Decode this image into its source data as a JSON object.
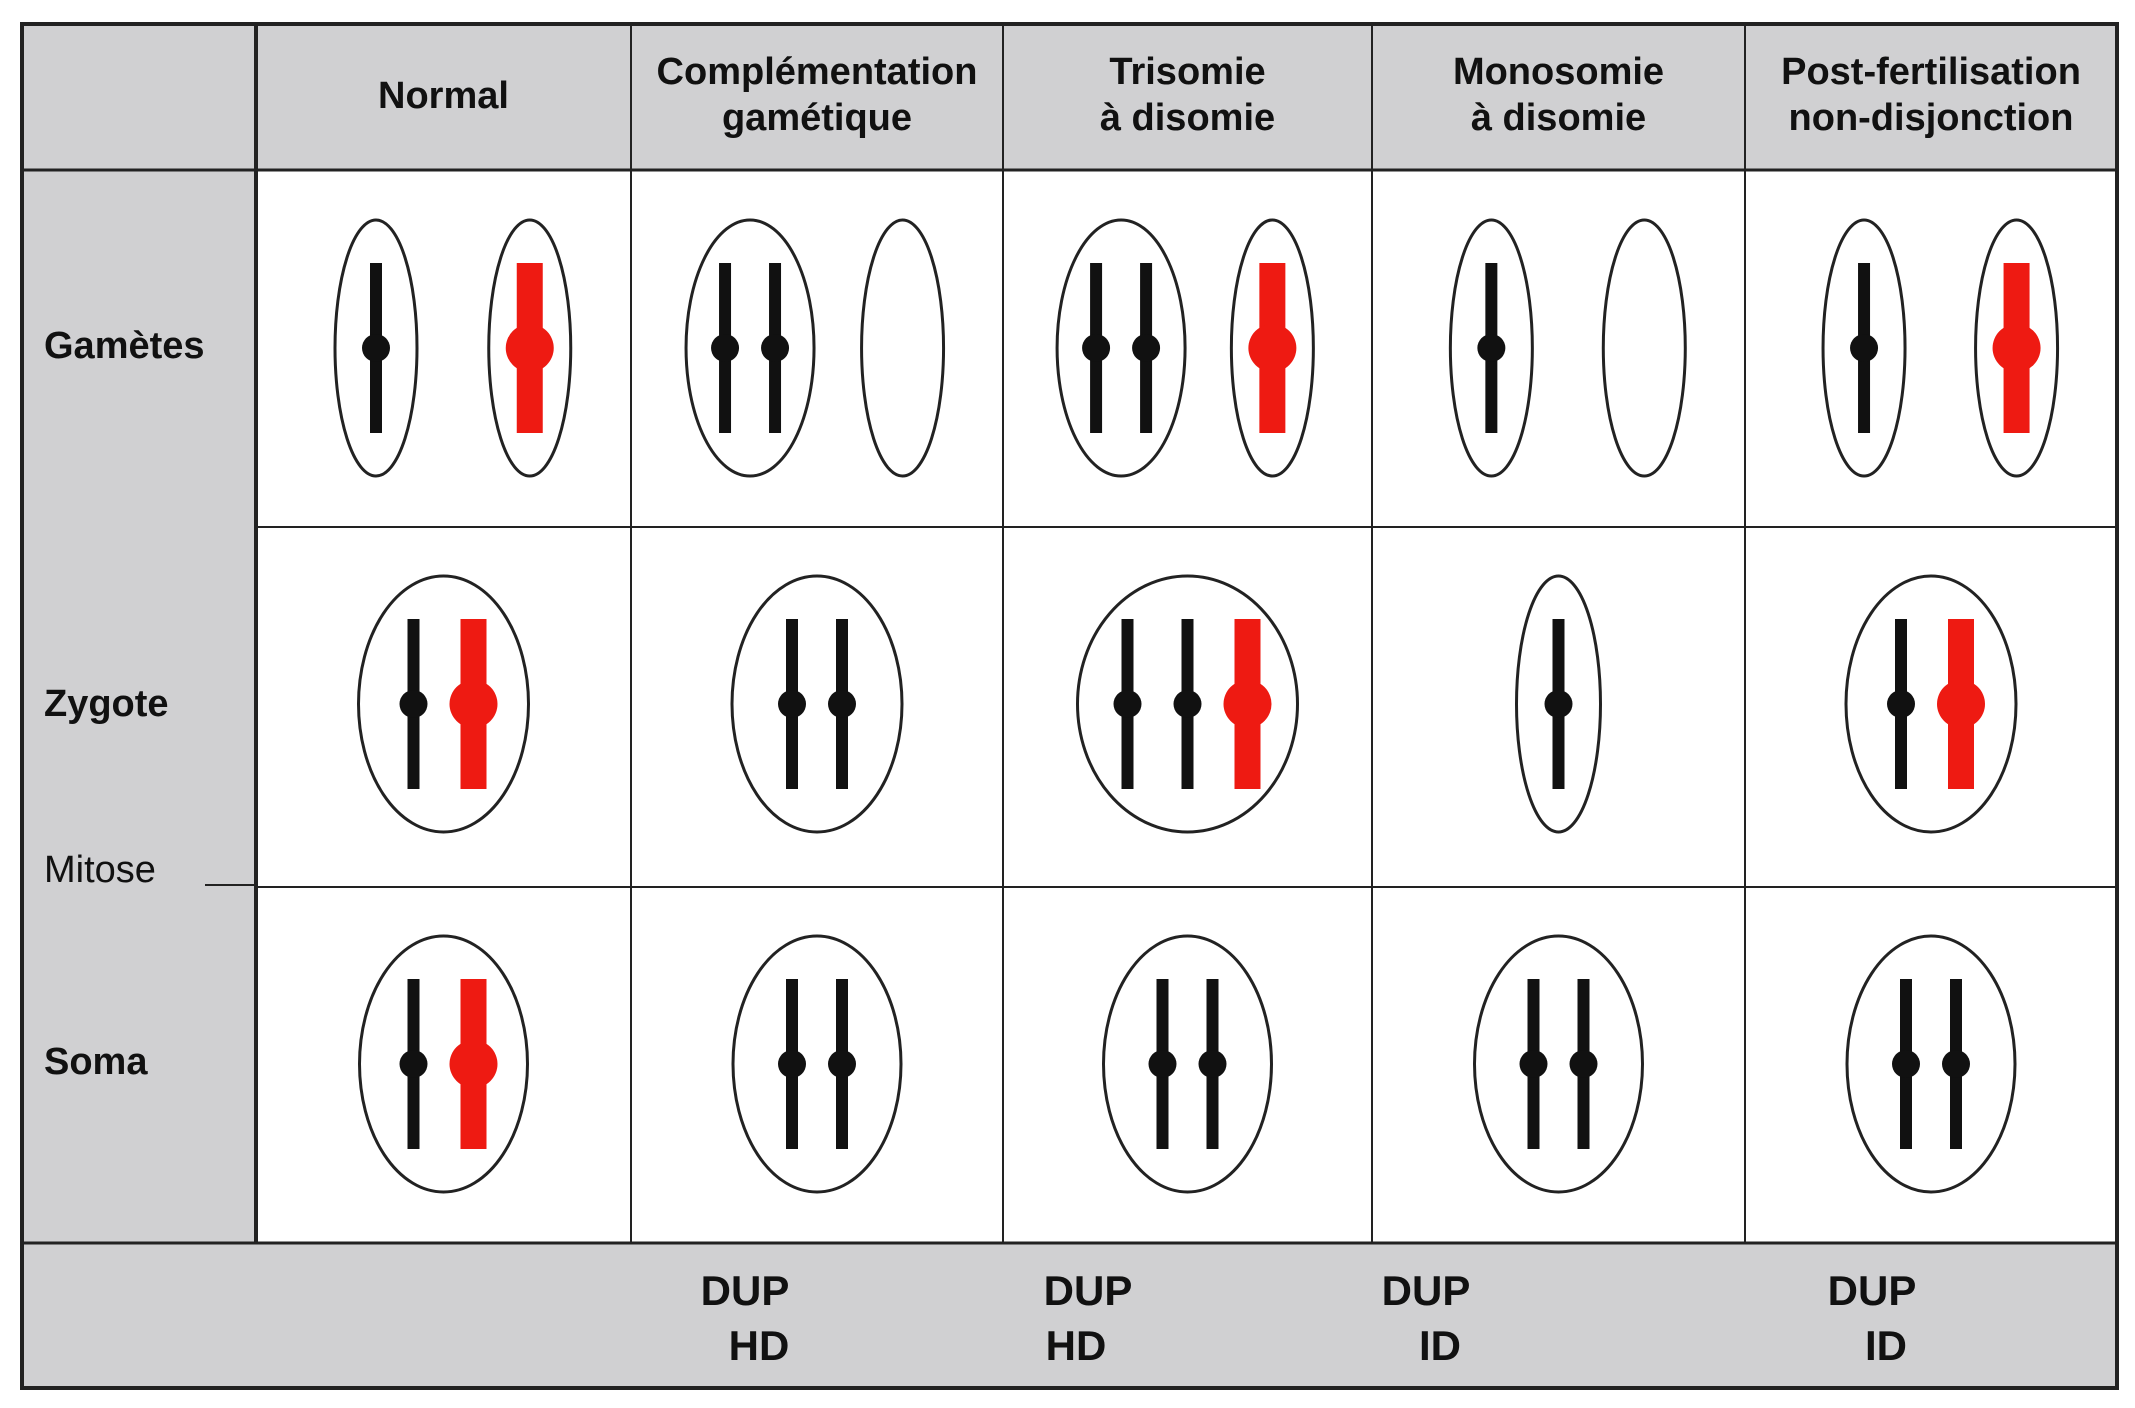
{
  "columns": [
    {
      "key": "normal",
      "lines": [
        "Normal"
      ]
    },
    {
      "key": "complementation",
      "lines": [
        "Complémentation",
        "gamétique"
      ]
    },
    {
      "key": "trisomie",
      "lines": [
        "Trisomie",
        "à disomie"
      ]
    },
    {
      "key": "monosomie",
      "lines": [
        "Monosomie",
        "à disomie"
      ]
    },
    {
      "key": "post-fertilisation",
      "lines": [
        "Post-fertilisation",
        "non-disjonction"
      ]
    }
  ],
  "rows": {
    "gametes": "Gamètes",
    "zygote": "Zygote",
    "mitose": "Mitose",
    "soma": "Soma"
  },
  "footer": [
    {
      "line1": "",
      "line2": ""
    },
    {
      "line1": "DUP",
      "line2": "HD"
    },
    {
      "line1": "DUP",
      "line2": "HD"
    },
    {
      "line1": "DUP",
      "line2": "ID"
    },
    {
      "line1": "DUP",
      "line2": "ID"
    }
  ],
  "colors": {
    "header_bg": "#d0d0d2",
    "paternal": "#111111",
    "maternal": "#ee1a12",
    "cell_bg": "#ffffff",
    "border": "#222222"
  },
  "cells": {
    "gametes": [
      [
        [
          "black"
        ],
        [
          "red"
        ]
      ],
      [
        [
          "black",
          "black"
        ],
        []
      ],
      [
        [
          "black",
          "black"
        ],
        [
          "red"
        ]
      ],
      [
        [
          "black"
        ],
        []
      ],
      [
        [
          "black"
        ],
        [
          "red"
        ]
      ]
    ],
    "zygote": [
      [
        "black",
        "red"
      ],
      [
        "black",
        "black"
      ],
      [
        "black",
        "black",
        "red"
      ],
      [
        "black"
      ],
      [
        "black",
        "red"
      ]
    ],
    "soma": [
      [
        "black",
        "red"
      ],
      [
        "black",
        "black"
      ],
      [
        "black",
        "black"
      ],
      [
        "black",
        "black"
      ],
      [
        "black",
        "black"
      ]
    ]
  }
}
